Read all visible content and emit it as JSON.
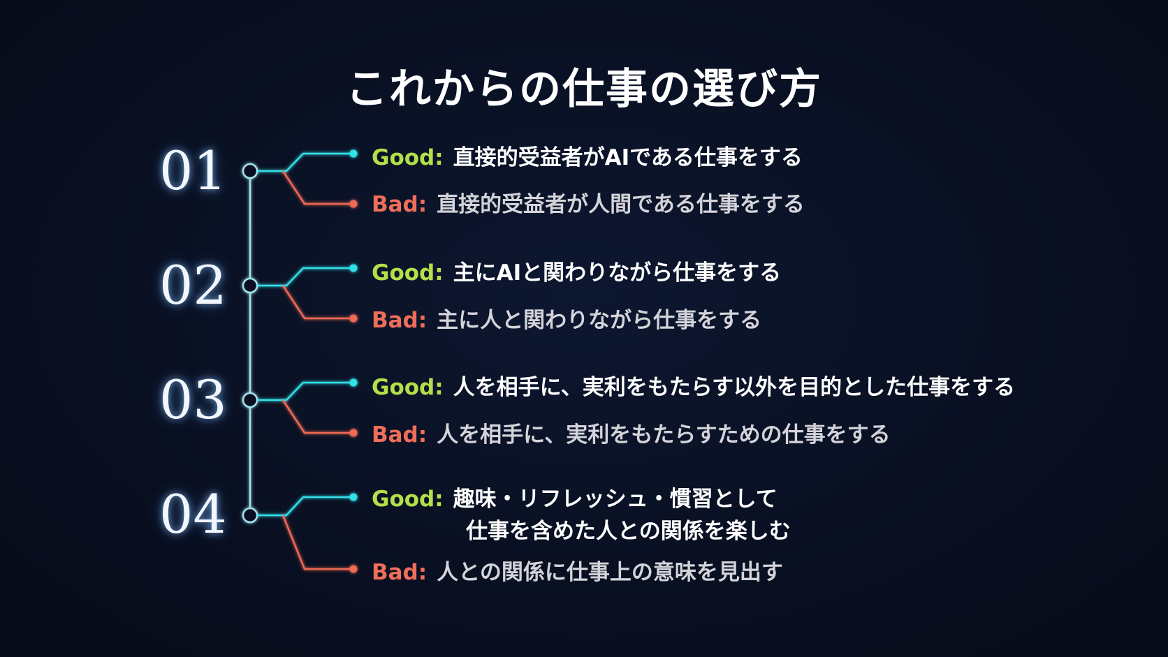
{
  "title": "これからの仕事の選び方",
  "colors": {
    "background": "#0a1124",
    "good_accent": "#b3e04a",
    "bad_accent": "#ef6e5a",
    "good_line": "#33e0e8",
    "bad_line": "#f06a55",
    "trunk_line": "#9fe3ee"
  },
  "items": [
    {
      "number": "01",
      "good": {
        "label": "Good:",
        "text": "直接的受益者がAIである仕事をする"
      },
      "bad": {
        "label": "Bad:",
        "text": "直接的受益者が人間である仕事をする"
      }
    },
    {
      "number": "02",
      "good": {
        "label": "Good:",
        "text": "主にAIと関わりながら仕事をする"
      },
      "bad": {
        "label": "Bad:",
        "text": "主に人と関わりながら仕事をする"
      }
    },
    {
      "number": "03",
      "good": {
        "label": "Good:",
        "text": "人を相手に、実利をもたらす以外を目的とした仕事をする"
      },
      "bad": {
        "label": "Bad:",
        "text": "人を相手に、実利をもたらすための仕事をする"
      }
    },
    {
      "number": "04",
      "good": {
        "label": "Good:",
        "text": "趣味・リフレッシュ・慣習として",
        "text_line2": "仕事を含めた人との関係を楽しむ"
      },
      "bad": {
        "label": "Bad:",
        "text": "人との関係に仕事上の意味を見出す"
      }
    }
  ]
}
